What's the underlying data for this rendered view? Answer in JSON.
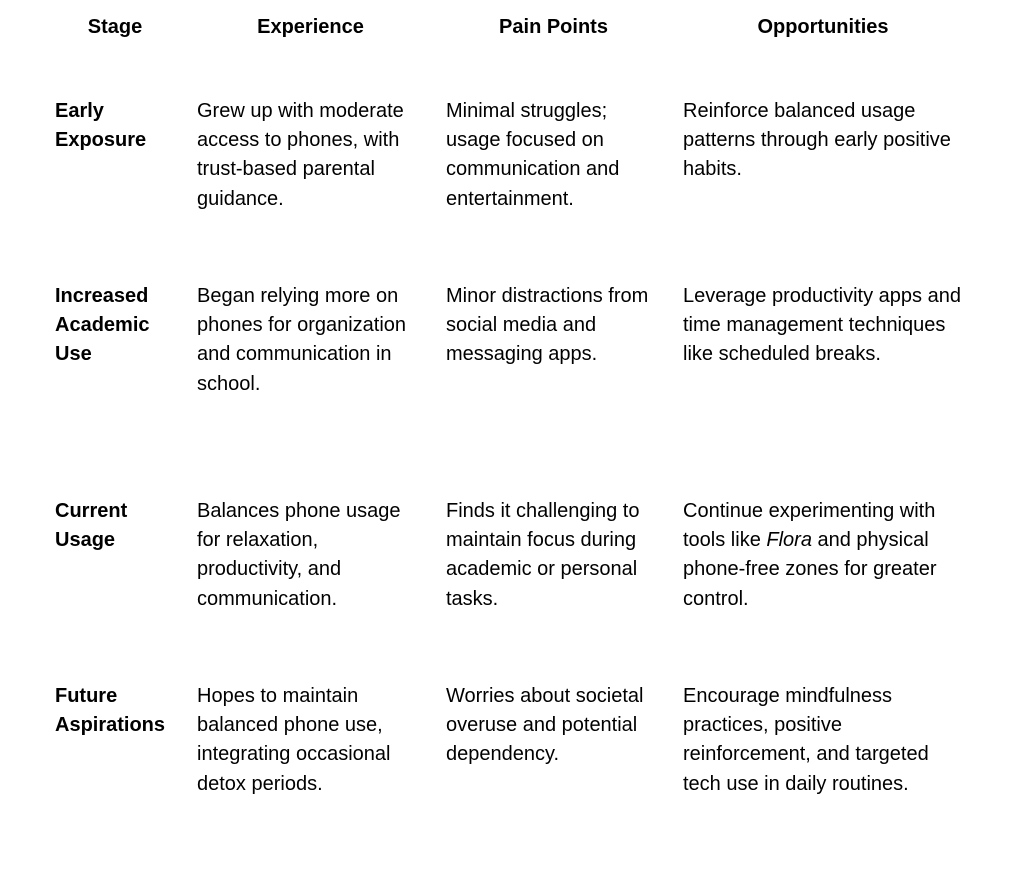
{
  "table": {
    "headers": {
      "stage": "Stage",
      "experience": "Experience",
      "pain_points": "Pain Points",
      "opportunities": "Opportunities"
    },
    "rows": [
      {
        "stage": "Early Exposure",
        "experience": "Grew up with moderate access to phones, with trust-based parental guidance.",
        "pain_points": "Minimal struggles; usage focused on communication and entertainment.",
        "opportunities": "Reinforce balanced usage patterns through early positive habits."
      },
      {
        "stage": "Increased Academic Use",
        "experience": "Began relying more on phones for organization and communication in school.",
        "pain_points": "Minor distractions from social media and messaging apps.",
        "opportunities": "Leverage productivity apps and time management techniques like scheduled breaks."
      },
      {
        "stage": "Current Usage",
        "experience": "Balances phone usage for relaxation, productivity, and communication.",
        "pain_points": "Finds it challenging to maintain focus during academic or personal tasks.",
        "opportunities_pre": "Continue experimenting with tools like ",
        "opportunities_italic": "Flora",
        "opportunities_post": " and physical phone-free zones for greater control."
      },
      {
        "stage": "Future Aspirations",
        "experience": "Hopes to maintain balanced phone use, integrating occasional detox periods.",
        "pain_points": "Worries about societal overuse and potential dependency.",
        "opportunities": "Encourage mindfulness practices, positive reinforcement, and targeted tech use in daily routines."
      }
    ]
  }
}
